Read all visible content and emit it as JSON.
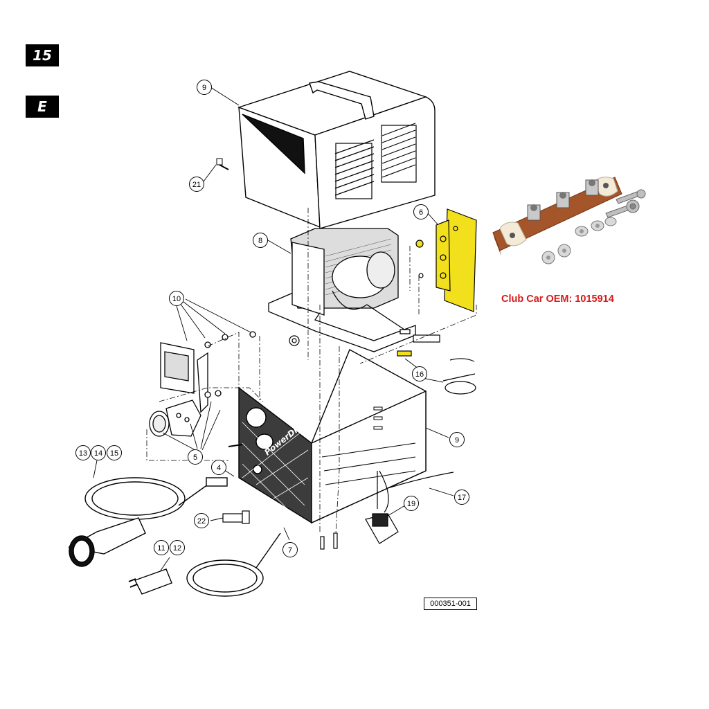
{
  "page_tab": "15",
  "section_tab": "E",
  "oem_label": "Club Car OEM: 1015914",
  "figure_id": "000351-001",
  "brand_panel_text": "PowerDrive",
  "callouts": {
    "c9a": "9",
    "c21": "21",
    "c8": "8",
    "c6": "6",
    "c10": "10",
    "c16": "16",
    "c9b": "9",
    "c5": "5",
    "c13": "13",
    "c14": "14",
    "c15": "15",
    "c4": "4",
    "c17": "17",
    "c19": "19",
    "c22": "22",
    "c7": "7",
    "c11": "11",
    "c12": "12"
  },
  "colors": {
    "highlight": "#f2e01c",
    "label_red": "#d81818",
    "ink": "#000000",
    "board": "#a4552a"
  }
}
